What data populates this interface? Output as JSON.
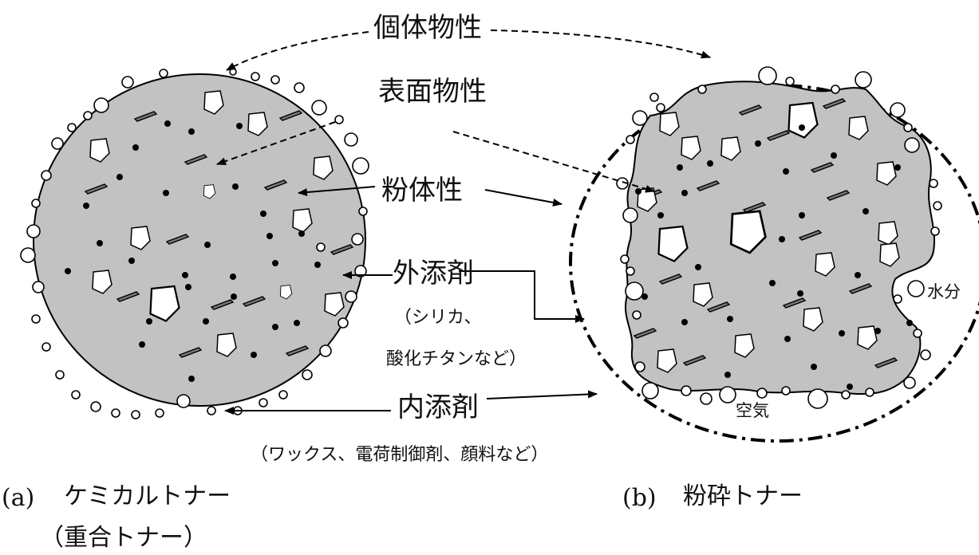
{
  "labels": {
    "individual": "個体物性",
    "surface": "表面物性",
    "powder": "粉体性",
    "external": "外添剤",
    "external_examples_1": "（シリカ、",
    "external_examples_2": "酸化チタンなど）",
    "internal": "内添剤",
    "internal_examples": "（ワックス、電荷制御剤、顔料など）",
    "water": "水分",
    "air": "空気"
  },
  "captions": {
    "a_marker": "(a)",
    "a_title": "ケミカルトナー",
    "a_sub": "（重合トナー）",
    "b_marker": "(b)",
    "b_title": "粉砕トナー"
  },
  "colors": {
    "particle_fill": "#c2c2c2",
    "pigment_fill": "#777777",
    "outline": "#000000"
  }
}
